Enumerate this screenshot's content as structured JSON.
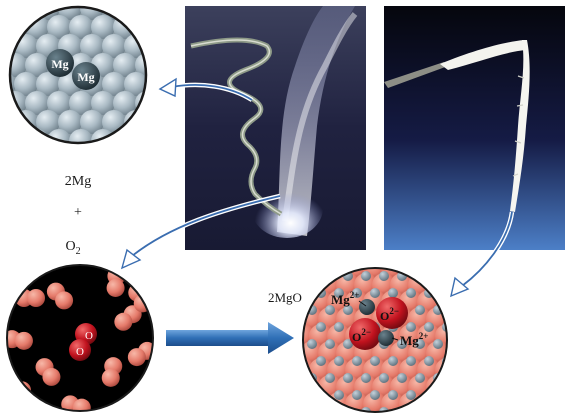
{
  "reactants": {
    "mg_label": "2Mg",
    "plus": "+",
    "o2_element": "O",
    "o2_subscript": "2"
  },
  "mg_circle": {
    "atom_label_1": "Mg",
    "atom_label_2": "Mg"
  },
  "o2_circle": {
    "atom_label_1": "O",
    "atom_label_2": "O"
  },
  "product": {
    "label": "2MgO",
    "ion_mg_top": "Mg",
    "ion_mg_top_charge": "2+",
    "ion_o_top": "O",
    "ion_o_top_charge": "2−",
    "ion_o_left": "O",
    "ion_o_left_charge": "2−",
    "ion_mg_right": "Mg",
    "ion_mg_right_charge": "2+"
  },
  "colors": {
    "mg_atom": "#a9b9c3",
    "mg_atom_dark": "#2e4048",
    "oxygen_pink": "#e57a6a",
    "oxygen_red": "#c1121e",
    "arrow_blue": "#2f6fb6",
    "photo_bg_dark": "#1b1d35"
  }
}
